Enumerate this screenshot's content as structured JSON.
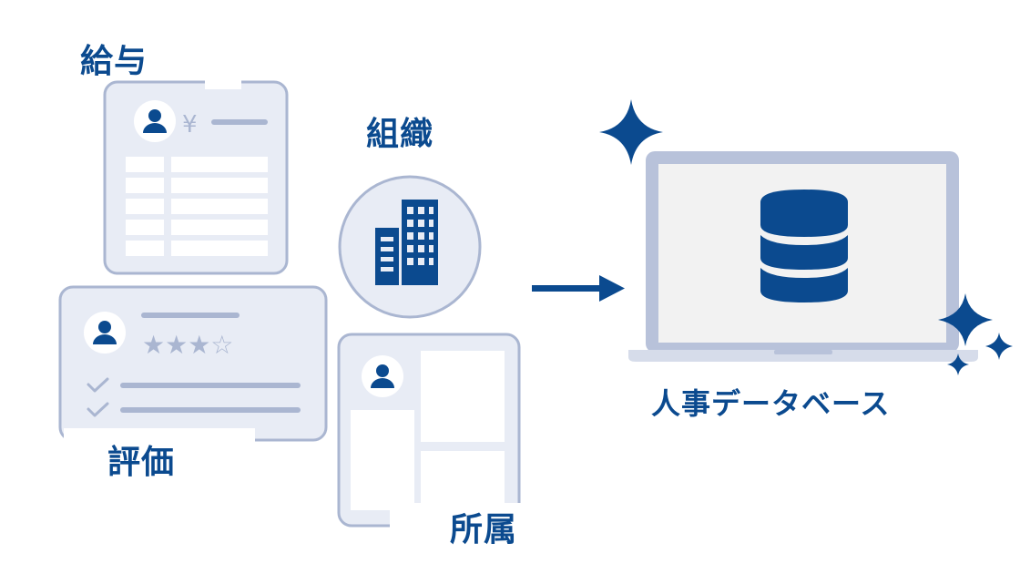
{
  "labels": {
    "salary": "給与",
    "organization": "組織",
    "evaluation": "評価",
    "affiliation": "所属",
    "database": "人事データベース"
  },
  "evaluation_card": {
    "stars": "★★★☆"
  },
  "salary_card": {
    "currency_symbol": "¥"
  },
  "colors": {
    "brand": "#0b4a8f",
    "card_fill": "#e8ecf5",
    "card_stroke": "#aab6d1",
    "line": "#aab6d1",
    "screen": "#f2f2f2"
  },
  "icons": [
    "person-icon",
    "building-icon",
    "database-icon",
    "sparkle-icon",
    "arrow-icon",
    "check-icon",
    "laptop-icon"
  ]
}
